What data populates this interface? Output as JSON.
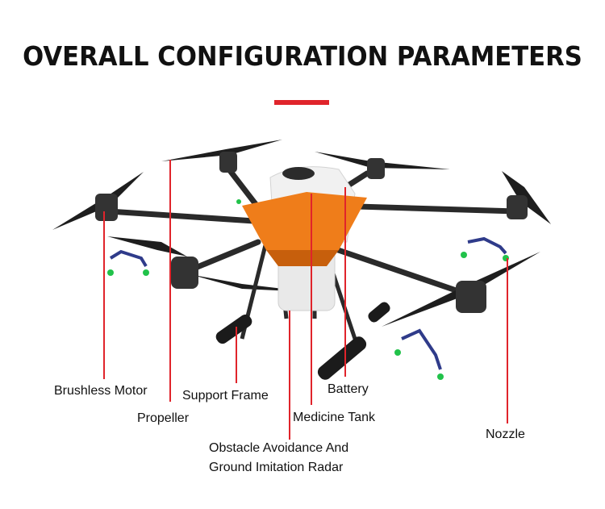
{
  "title": "OVERALL CONFIGURATION PARAMETERS",
  "accent_color": "#e0242b",
  "labels": {
    "brushless_motor": "Brushless Motor",
    "support_frame": "Support Frame",
    "battery": "Battery",
    "propeller": "Propeller",
    "medicine_tank": "Medicine Tank",
    "nozzle": "Nozzle",
    "radar_line1": "Obstacle Avoidance And",
    "radar_line2": "Ground Imitation Radar"
  }
}
